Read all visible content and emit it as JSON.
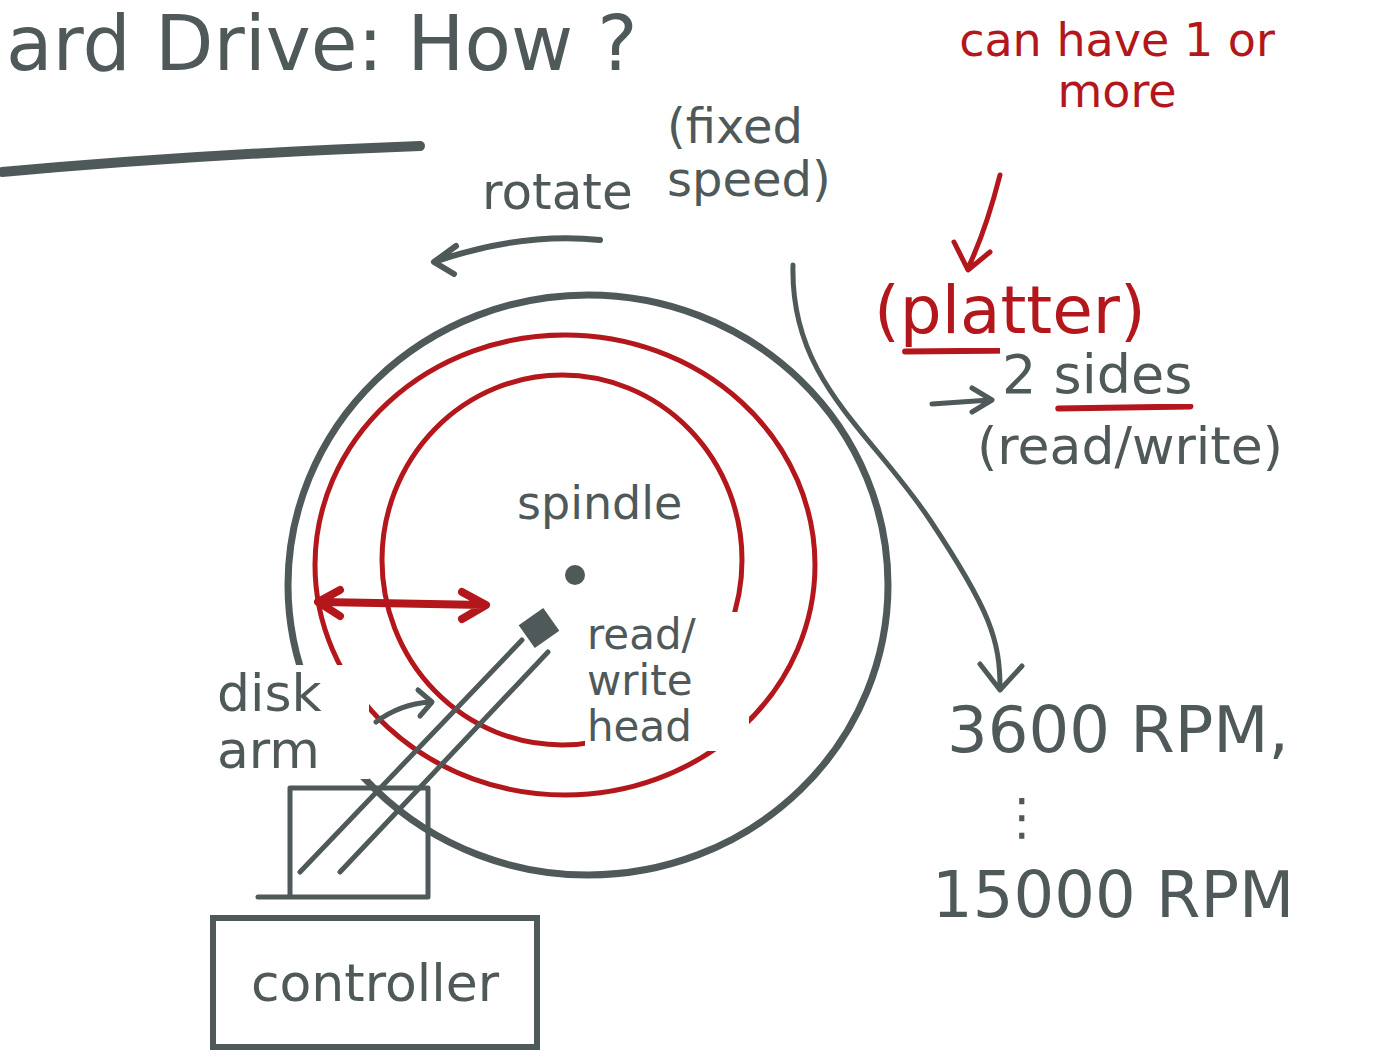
{
  "diagram": {
    "title": "ard Drive: How ?",
    "nodes": [
      {
        "text": [
          "controller"
        ]
      }
    ],
    "labels": [
      "can have 1 or more",
      "(platter)",
      "2 sides",
      "(read/write)",
      "rotate",
      "(fixed speed)",
      "spindle",
      "read/ write head",
      "disk arm",
      "3600 RPM,",
      "⋮",
      "15000 RPM"
    ]
  }
}
